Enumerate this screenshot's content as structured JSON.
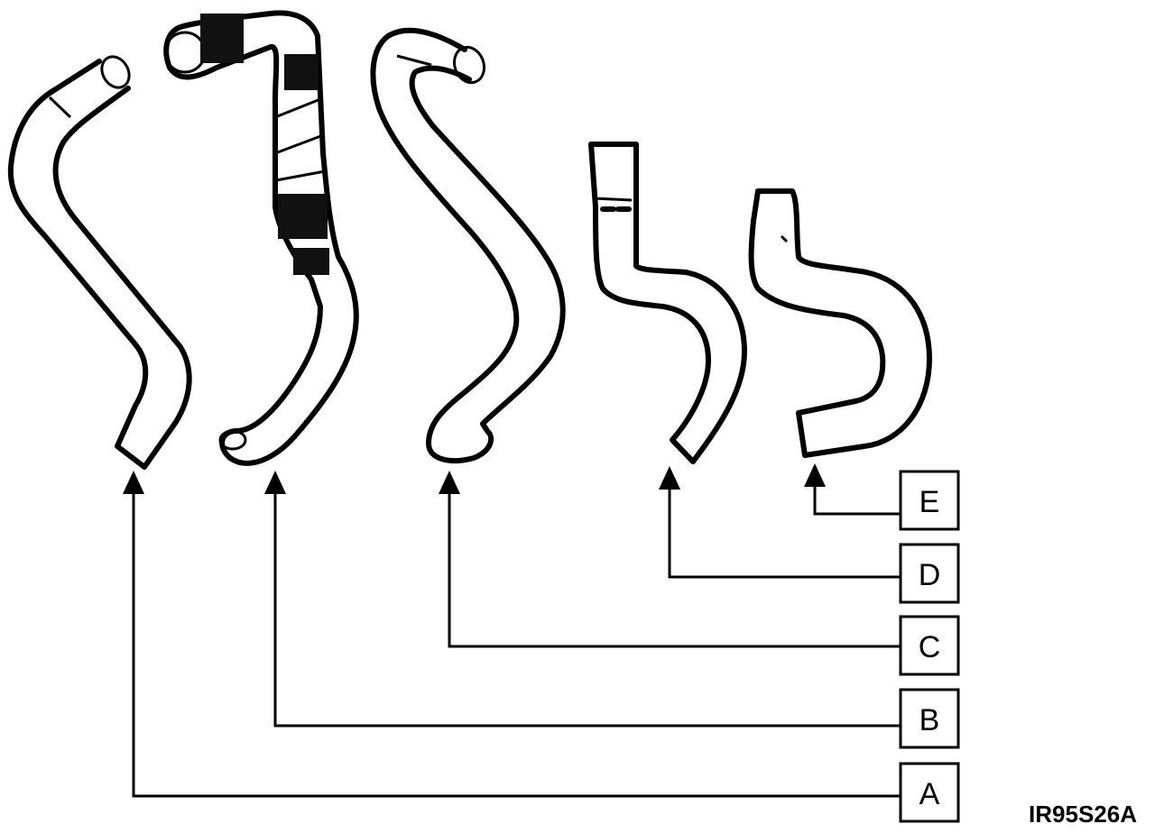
{
  "labels": {
    "a": "A",
    "b": "B",
    "c": "C",
    "d": "D",
    "e": "E"
  },
  "figure_code": "IR95S26A"
}
